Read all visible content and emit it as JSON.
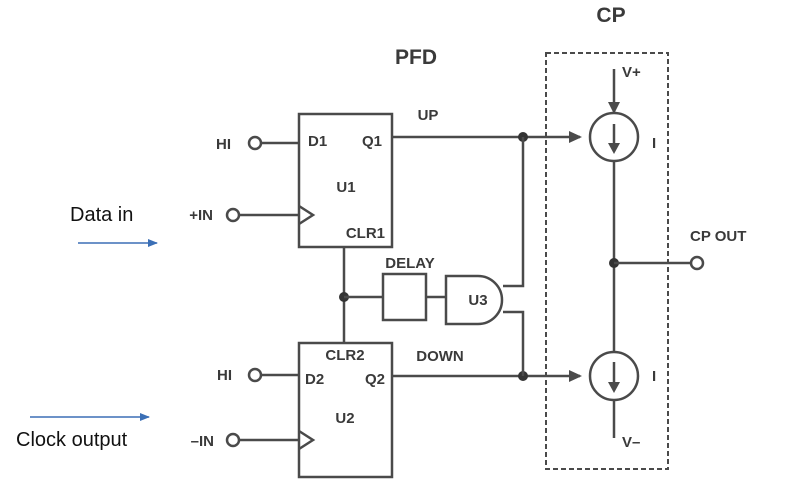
{
  "diagram": {
    "title_pfd": "PFD",
    "title_cp": "CP",
    "inputs": {
      "hi_top": "HI",
      "in_plus": "+IN",
      "hi_bottom": "HI",
      "in_minus": "–IN"
    },
    "flipflop_top": {
      "d": "D1",
      "q": "Q1",
      "name": "U1",
      "clr": "CLR1"
    },
    "flipflop_bottom": {
      "clr": "CLR2",
      "d": "D2",
      "q": "Q2",
      "name": "U2"
    },
    "signals": {
      "up": "UP",
      "down": "DOWN",
      "delay": "DELAY",
      "and_gate": "U3"
    },
    "charge_pump": {
      "v_plus": "V+",
      "v_minus": "V–",
      "i_top": "I",
      "i_bottom": "I",
      "output": "CP OUT"
    },
    "annotations": {
      "data_in": "Data in",
      "clock_output": "Clock output"
    },
    "colors": {
      "line": "#4a4a4a",
      "text": "#3a3a3a",
      "arrow": "#3b6fb6"
    }
  }
}
